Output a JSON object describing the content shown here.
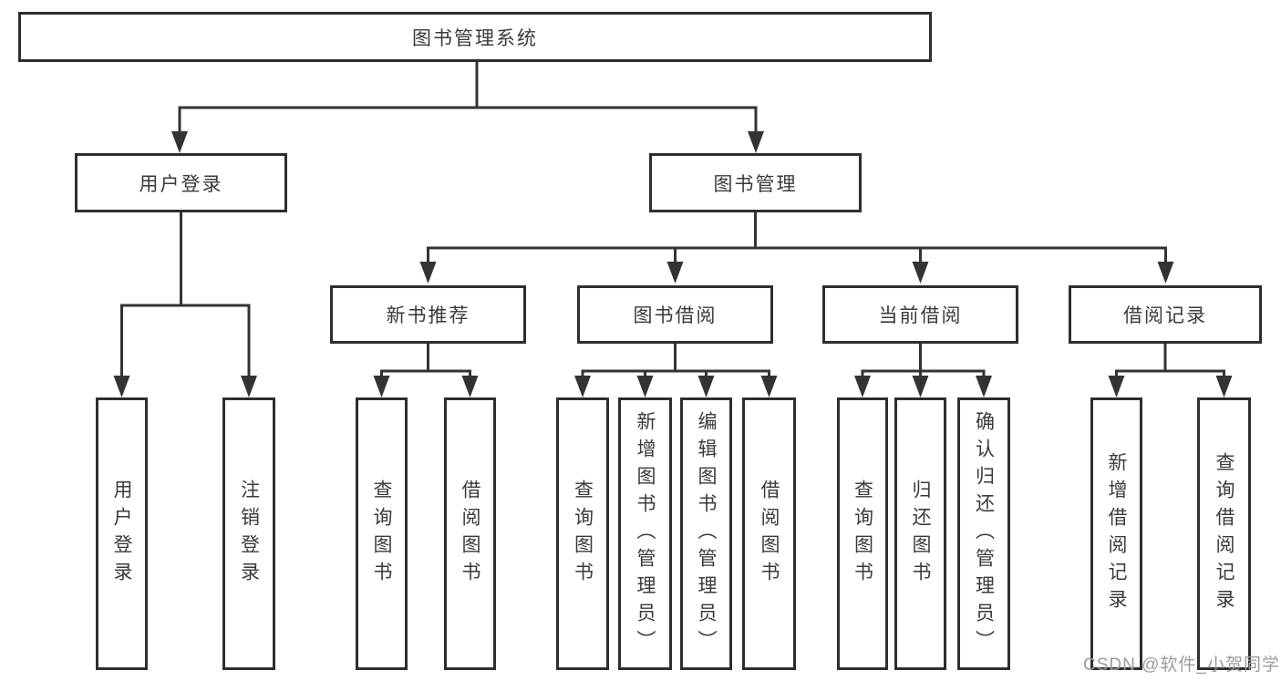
{
  "diagram": {
    "title": "图书管理系统",
    "tree": {
      "root": {
        "label": "图书管理系统",
        "children": [
          {
            "label": "用户登录",
            "children": [
              {
                "label": "用户登录"
              },
              {
                "label": "注销登录"
              }
            ]
          },
          {
            "label": "图书管理",
            "children": [
              {
                "label": "新书推荐",
                "children": [
                  {
                    "label": "查询图书"
                  },
                  {
                    "label": "借阅图书"
                  }
                ]
              },
              {
                "label": "图书借阅",
                "children": [
                  {
                    "label": "查询图书"
                  },
                  {
                    "label": "新增图书（管理员）"
                  },
                  {
                    "label": "编辑图书（管理员）"
                  },
                  {
                    "label": "借阅图书"
                  }
                ]
              },
              {
                "label": "当前借阅",
                "children": [
                  {
                    "label": "查询图书"
                  },
                  {
                    "label": "归还图书"
                  },
                  {
                    "label": "确认归还（管理员）"
                  }
                ]
              },
              {
                "label": "借阅记录",
                "children": [
                  {
                    "label": "新增借阅记录"
                  },
                  {
                    "label": "查询借阅记录"
                  }
                ]
              }
            ]
          }
        ]
      }
    },
    "colors": {
      "line": "#333333",
      "box_border": "#2e2e2e",
      "box_fill": "#ffffff",
      "text": "#3a3a3a",
      "background": "#ffffff"
    }
  },
  "watermark": {
    "text": "CSDN @软件_小贺同学",
    "color": "#9b9b9b"
  }
}
